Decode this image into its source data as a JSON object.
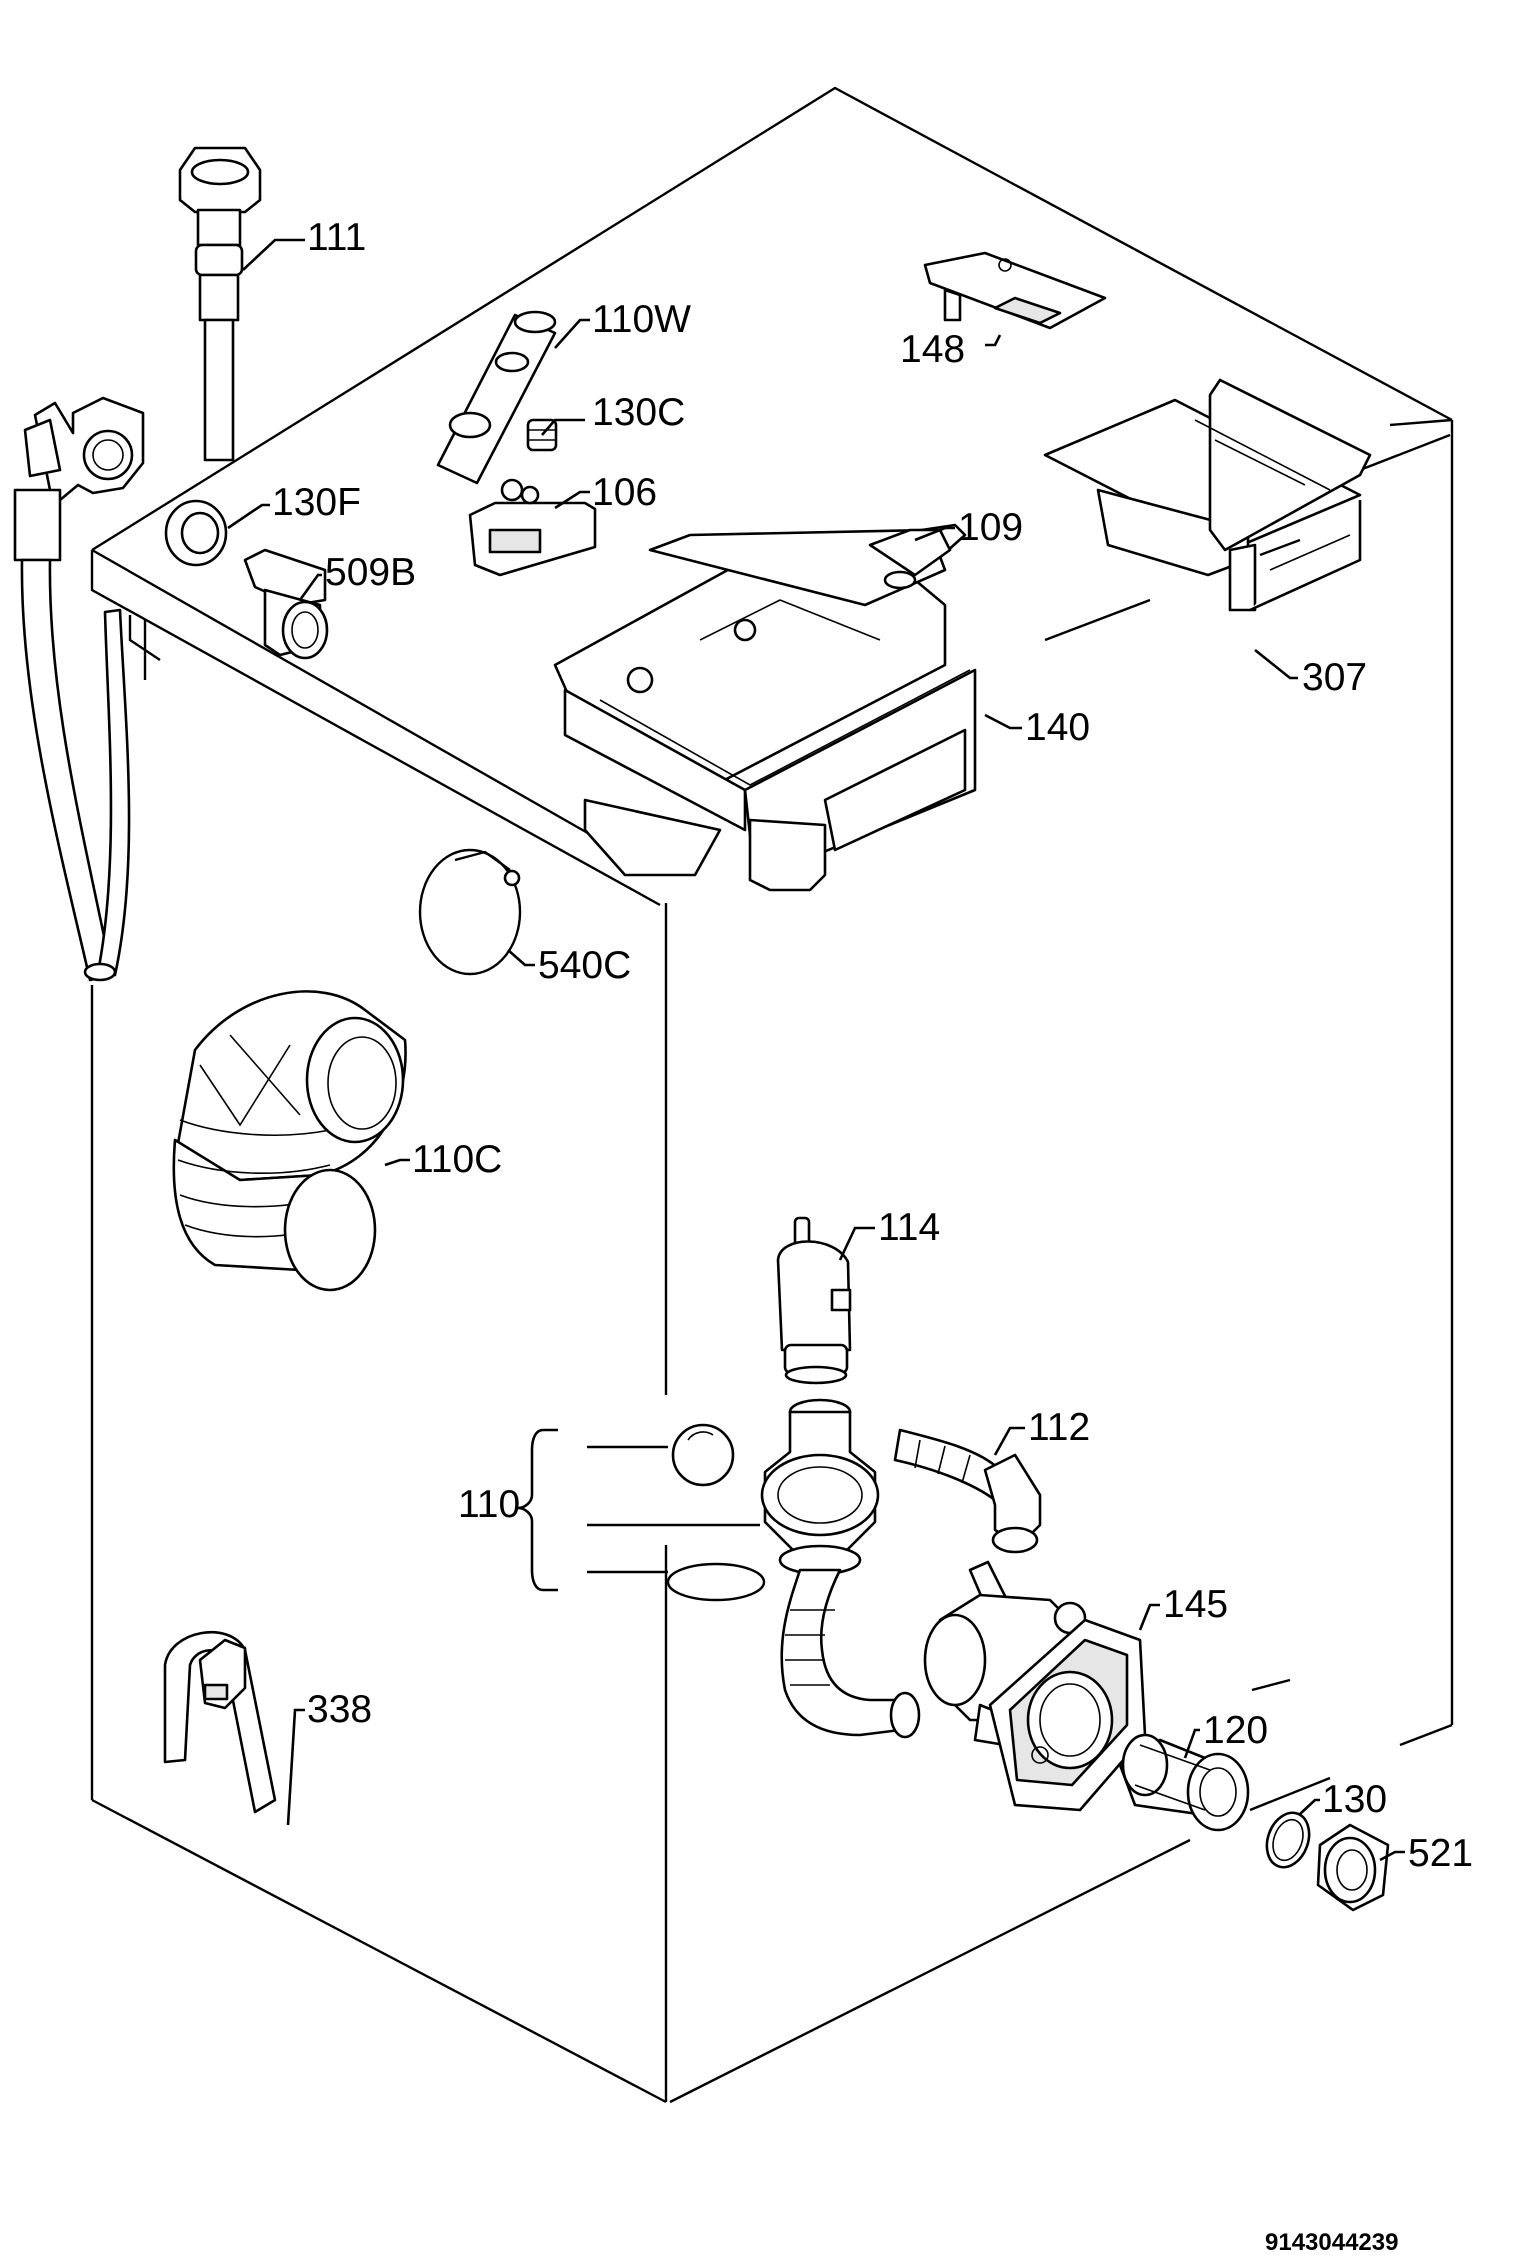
{
  "diagram": {
    "document_number": "9143044239",
    "group_label": "110",
    "parts": [
      {
        "id": "111",
        "name": "inlet-hose"
      },
      {
        "id": "110W",
        "name": "hose-connector"
      },
      {
        "id": "130C",
        "name": "small-bush"
      },
      {
        "id": "148",
        "name": "dispenser-insert"
      },
      {
        "id": "130F",
        "name": "ring-nut"
      },
      {
        "id": "106",
        "name": "solenoid-valve"
      },
      {
        "id": "509B",
        "name": "elbow-fitting"
      },
      {
        "id": "109",
        "name": "dispenser-cover"
      },
      {
        "id": "307",
        "name": "detergent-drawer"
      },
      {
        "id": "140",
        "name": "dispenser-housing"
      },
      {
        "id": "540C",
        "name": "hose-clamp"
      },
      {
        "id": "110C",
        "name": "drum-bellows-hose"
      },
      {
        "id": "114",
        "name": "pressure-chamber"
      },
      {
        "id": "112",
        "name": "drain-hose"
      },
      {
        "id": "145",
        "name": "drain-pump"
      },
      {
        "id": "120",
        "name": "pump-filter"
      },
      {
        "id": "130",
        "name": "gasket-ring"
      },
      {
        "id": "521",
        "name": "filter-plug"
      },
      {
        "id": "338",
        "name": "hose-hook"
      }
    ]
  }
}
